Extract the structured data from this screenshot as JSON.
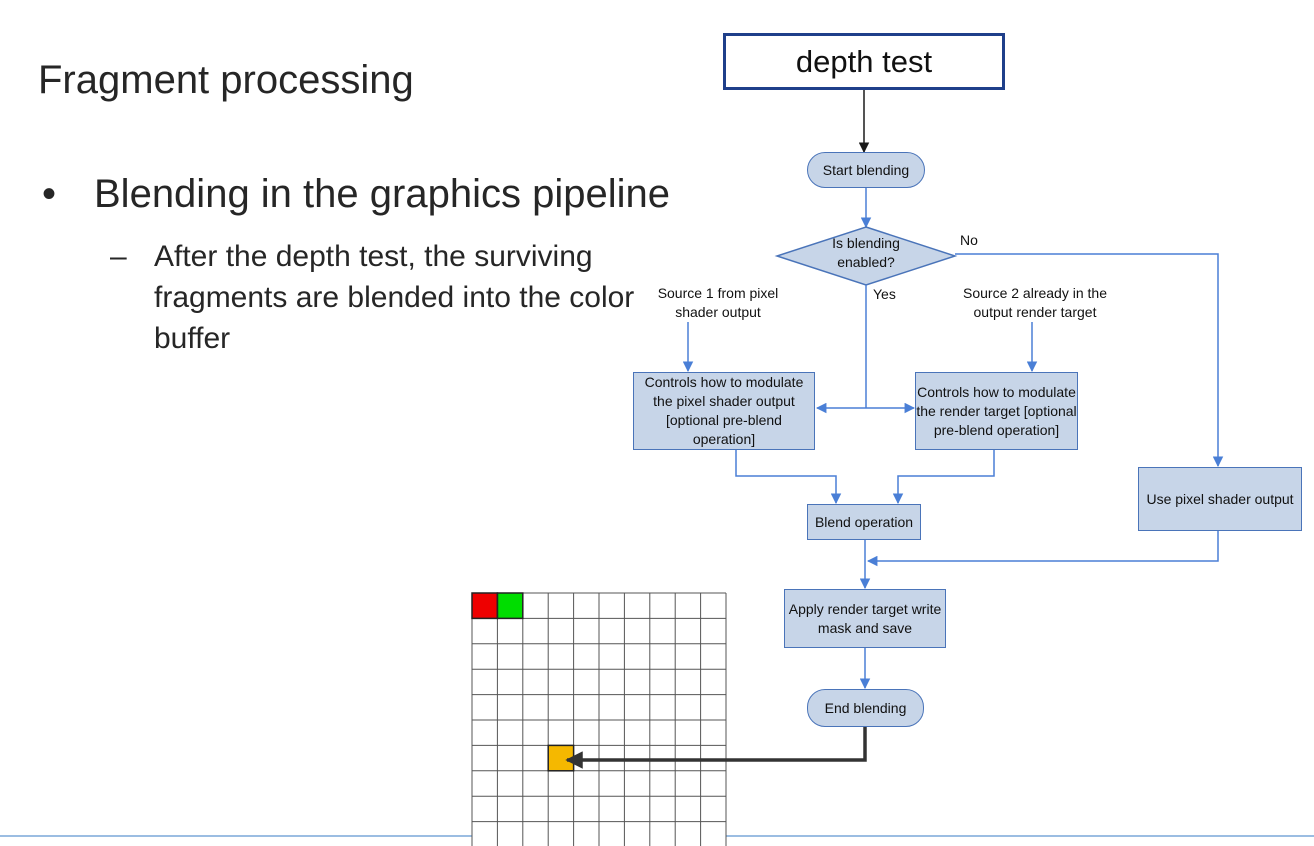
{
  "slide": {
    "title": "Fragment processing",
    "bullet_symbol": "•",
    "bullet": "Blending in the graphics pipeline",
    "sub_symbol": "–",
    "sub_bullet": "After the depth test, the surviving fragments are blended into the color buffer"
  },
  "flowchart": {
    "depth_test": "depth test",
    "start": "Start blending",
    "decision": "Is blending enabled?",
    "no_label": "No",
    "yes_label": "Yes",
    "source1": "Source 1 from pixel shader output",
    "source2": "Source 2 already in the output render target",
    "modulate_pixel": "Controls how to modulate the pixel shader output [optional pre-blend operation]",
    "modulate_target": "Controls how to modulate the render target [optional pre-blend operation]",
    "blend_op": "Blend operation",
    "use_pixel": "Use pixel shader output",
    "apply_mask": "Apply render target write mask and save",
    "end": "End blending"
  },
  "color_buffer": {
    "columns": 10,
    "rows": 10,
    "filled_cells": [
      {
        "row": 0,
        "col": 0,
        "color": "#ee0000"
      },
      {
        "row": 0,
        "col": 1,
        "color": "#00dd00"
      },
      {
        "row": 6,
        "col": 3,
        "color": "#f5b800"
      }
    ]
  },
  "colors": {
    "box_fill": "#c7d5e8",
    "box_border": "#4a74b9",
    "arrow": "#4a7fd6",
    "depth_border": "#1f3f8a",
    "divider": "#7aa7d8"
  }
}
